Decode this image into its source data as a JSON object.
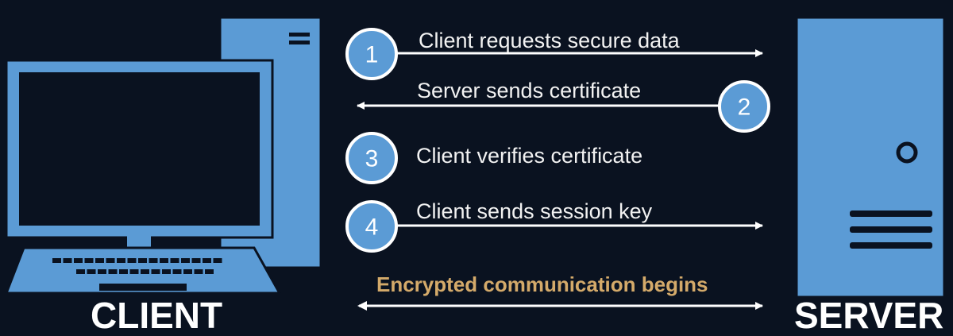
{
  "labels": {
    "client": "CLIENT",
    "server": "SERVER"
  },
  "steps": [
    {
      "number": "1",
      "text": "Client requests secure data",
      "direction": "client-to-server"
    },
    {
      "number": "2",
      "text": "Server sends certificate",
      "direction": "server-to-client"
    },
    {
      "number": "3",
      "text": "Client verifies certificate",
      "direction": "none"
    },
    {
      "number": "4",
      "text": "Client sends session key",
      "direction": "client-to-server"
    }
  ],
  "final": {
    "text": "Encrypted communication begins",
    "direction": "bidirectional"
  },
  "colors": {
    "background": "#0a1220",
    "device_blue": "#5b9bd5",
    "arrow": "#ffffff",
    "highlight_text": "#d4aa6a"
  }
}
